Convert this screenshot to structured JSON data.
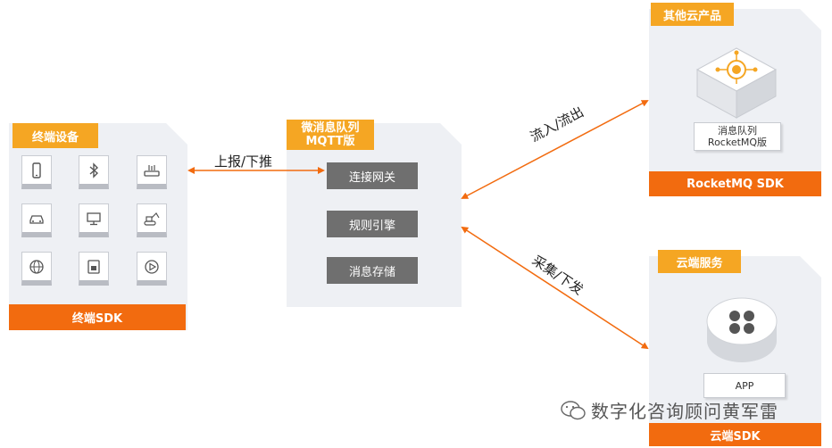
{
  "left": {
    "tag": "终端设备",
    "sdk": "终端SDK",
    "icons": [
      "phone-icon",
      "bluetooth-icon",
      "router-icon",
      "car-icon",
      "monitor-icon",
      "excavator-icon",
      "globe-icon",
      "card-icon",
      "play-icon"
    ]
  },
  "center": {
    "tag_line1": "微消息队列",
    "tag_line2": "MQTT版",
    "buttons": [
      "连接网关",
      "规则引擎",
      "消息存储"
    ]
  },
  "top_right": {
    "tag": "其他云产品",
    "box_line1": "消息队列",
    "box_line2": "RocketMQ版",
    "sdk": "RocketMQ SDK"
  },
  "bottom_right": {
    "tag": "云端服务",
    "box": "APP",
    "sdk": "云端SDK"
  },
  "arrows": {
    "left": "上报/下推",
    "up": "流入/流出",
    "down": "采集/下发"
  },
  "watermark": "数字化咨询顾问黄军雷",
  "colors": {
    "orange_bar": "#f26b0f",
    "orange_tag": "#f5a623",
    "panel_bg": "#eef0f4",
    "button_gray": "#6f6f6f"
  }
}
